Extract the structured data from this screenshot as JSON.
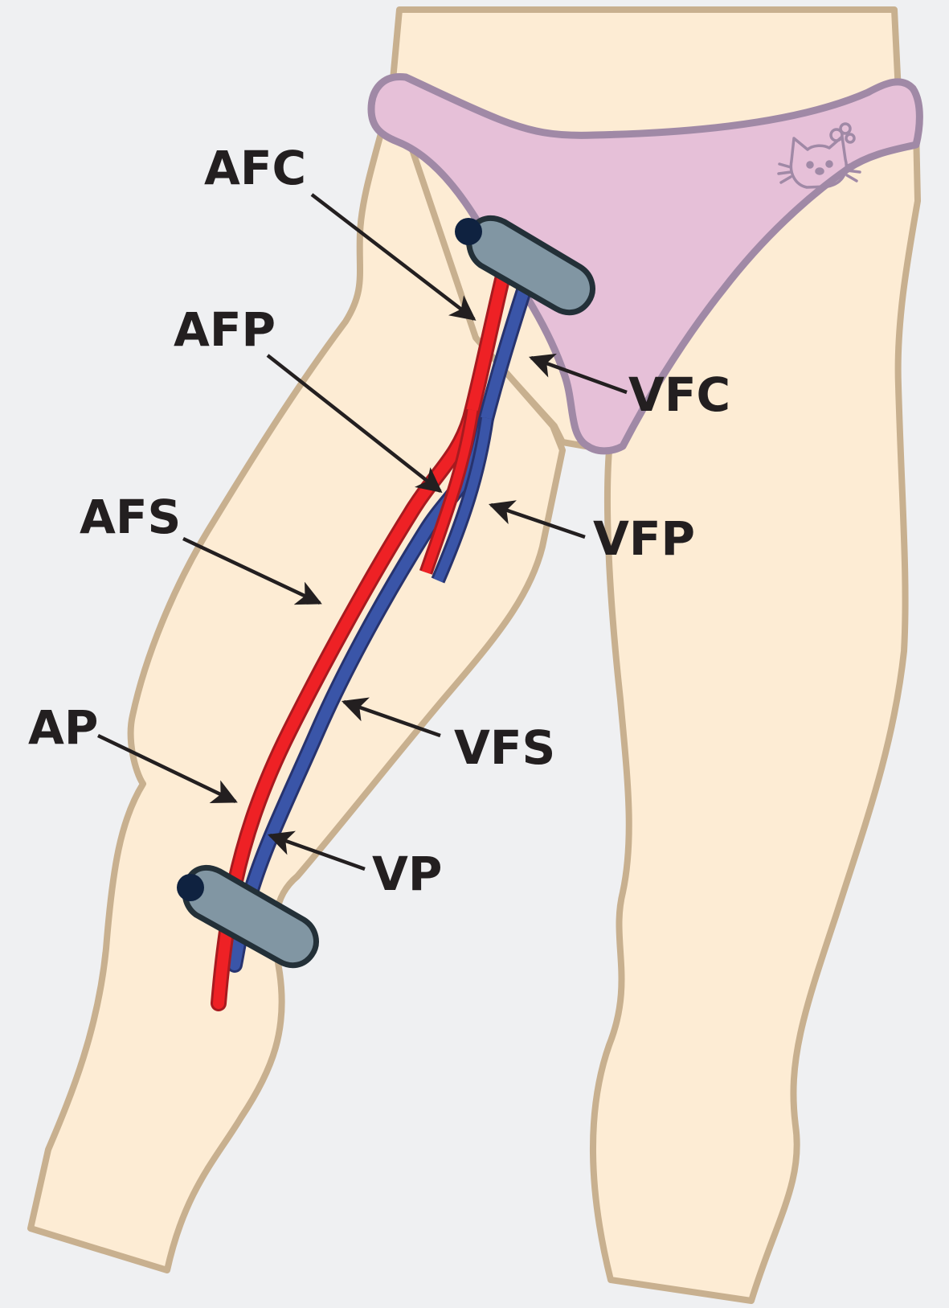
{
  "labels": {
    "afc": "AFC",
    "afp": "AFP",
    "afs": "AFS",
    "ap": "AP",
    "vfc": "VFC",
    "vfp": "VFP",
    "vfs": "VFS",
    "vp": "VP"
  },
  "colors": {
    "background": "#eff0f2",
    "skin": "#fdecd4",
    "skin_outline": "#c8b08f",
    "underwear": "#e6c0d8",
    "underwear_outline": "#a089a6",
    "artery": "#ee2125",
    "artery_outline": "#a81a1f",
    "vein": "#3a55a8",
    "vein_outline": "#27336e",
    "clamp": "#8196a3",
    "clamp_outline": "#233038",
    "clamp_cap": "#0f2240",
    "text": "#231f20"
  },
  "icons": {
    "underwear_print": "cat-face-icon"
  }
}
